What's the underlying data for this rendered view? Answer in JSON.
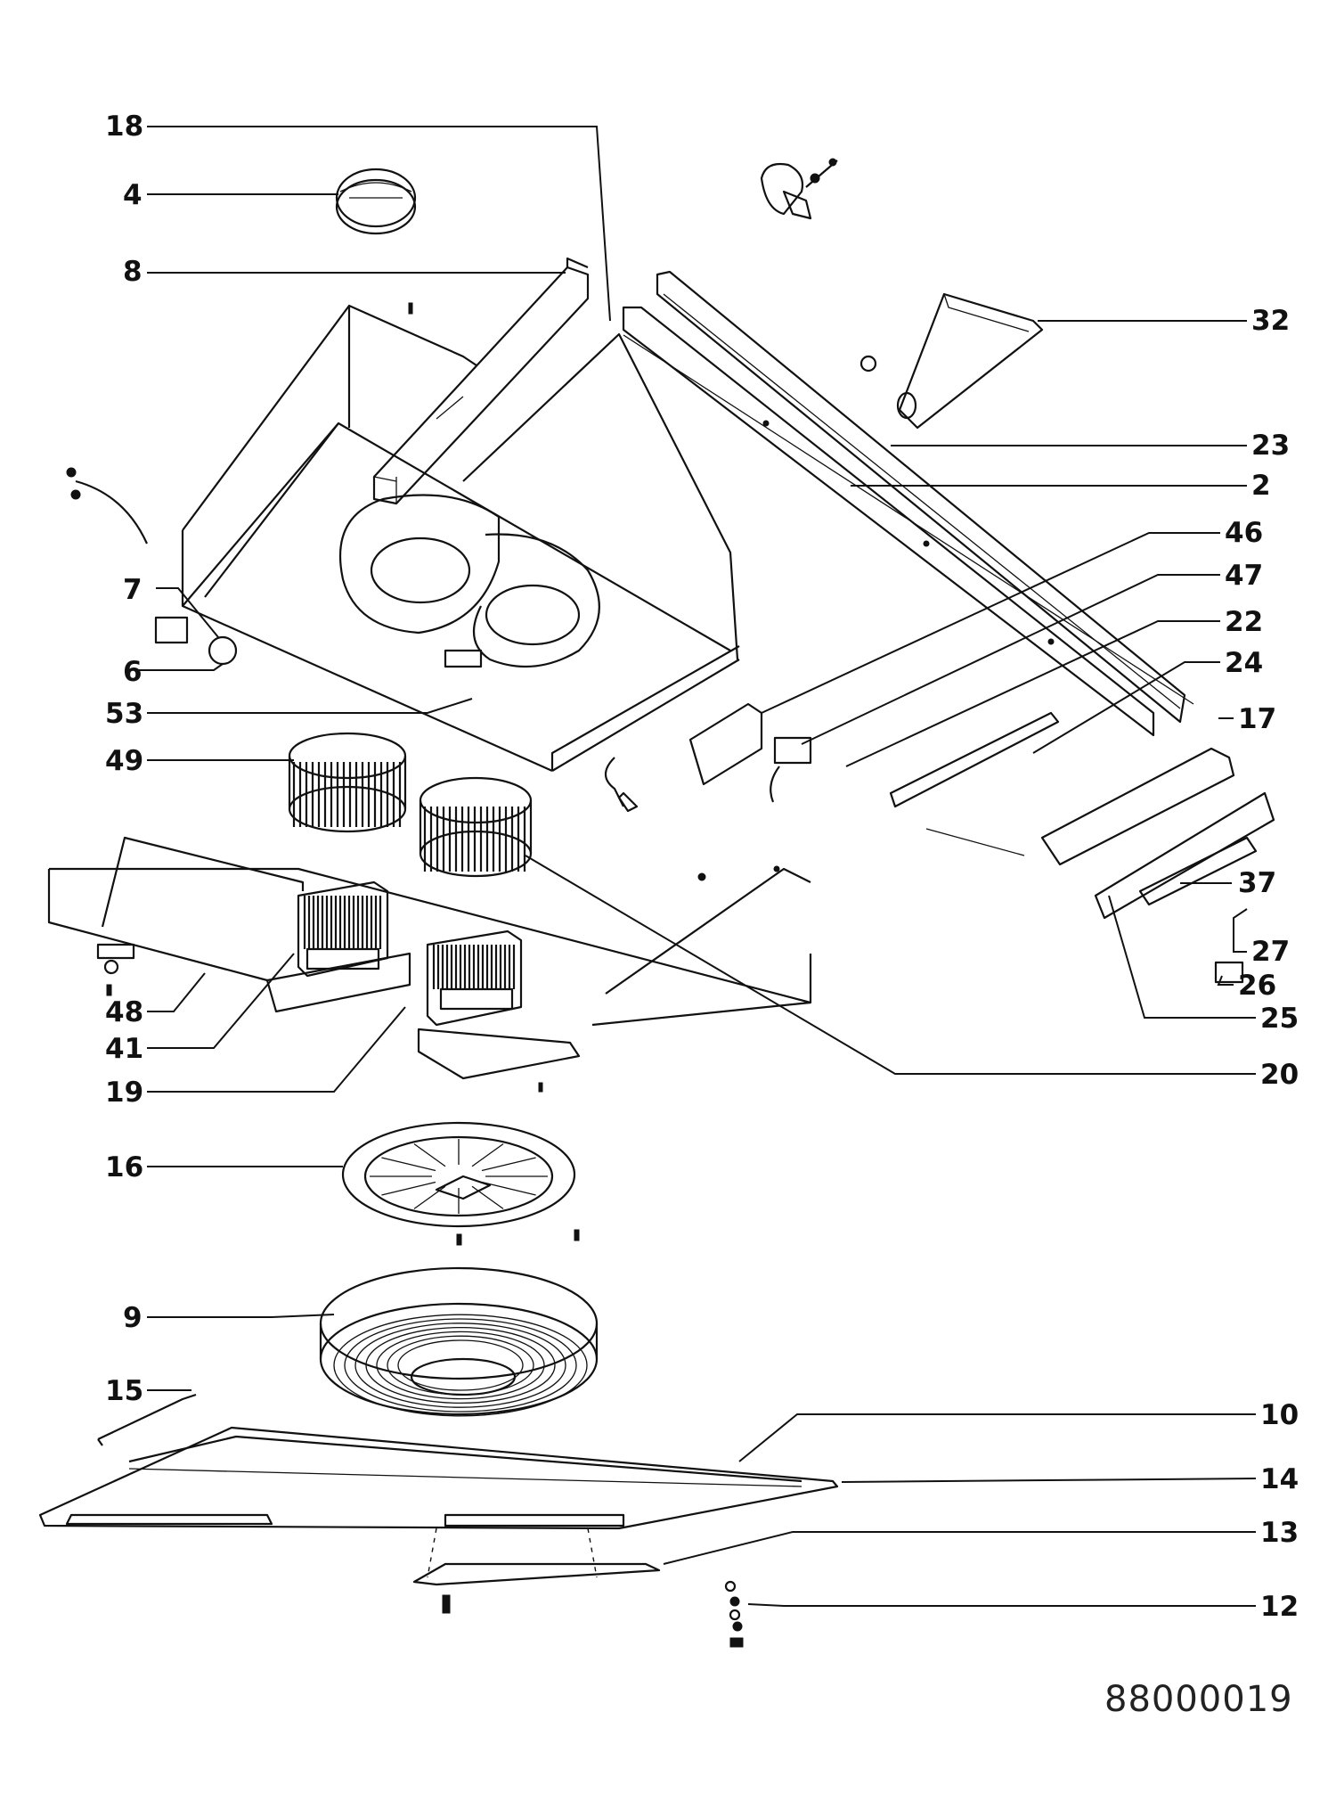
{
  "drawing_number": "88000019",
  "labels": [
    {
      "id": "p18",
      "text": "18"
    },
    {
      "id": "p4",
      "text": "4"
    },
    {
      "id": "p8",
      "text": "8"
    },
    {
      "id": "p32",
      "text": "32"
    },
    {
      "id": "p23",
      "text": "23"
    },
    {
      "id": "p2",
      "text": "2"
    },
    {
      "id": "p46",
      "text": "46"
    },
    {
      "id": "p47",
      "text": "47"
    },
    {
      "id": "p7",
      "text": "7"
    },
    {
      "id": "p6",
      "text": "6"
    },
    {
      "id": "p22",
      "text": "22"
    },
    {
      "id": "p24",
      "text": "24"
    },
    {
      "id": "p53",
      "text": "53"
    },
    {
      "id": "p17",
      "text": "17"
    },
    {
      "id": "p49",
      "text": "49"
    },
    {
      "id": "p37",
      "text": "37"
    },
    {
      "id": "p27",
      "text": "27"
    },
    {
      "id": "p26",
      "text": "26"
    },
    {
      "id": "p48",
      "text": "48"
    },
    {
      "id": "p25",
      "text": "25"
    },
    {
      "id": "p41",
      "text": "41"
    },
    {
      "id": "p20",
      "text": "20"
    },
    {
      "id": "p19",
      "text": "19"
    },
    {
      "id": "p16",
      "text": "16"
    },
    {
      "id": "p9",
      "text": "9"
    },
    {
      "id": "p15",
      "text": "15"
    },
    {
      "id": "p10",
      "text": "10"
    },
    {
      "id": "p14",
      "text": "14"
    },
    {
      "id": "p13",
      "text": "13"
    },
    {
      "id": "p12",
      "text": "12"
    }
  ]
}
